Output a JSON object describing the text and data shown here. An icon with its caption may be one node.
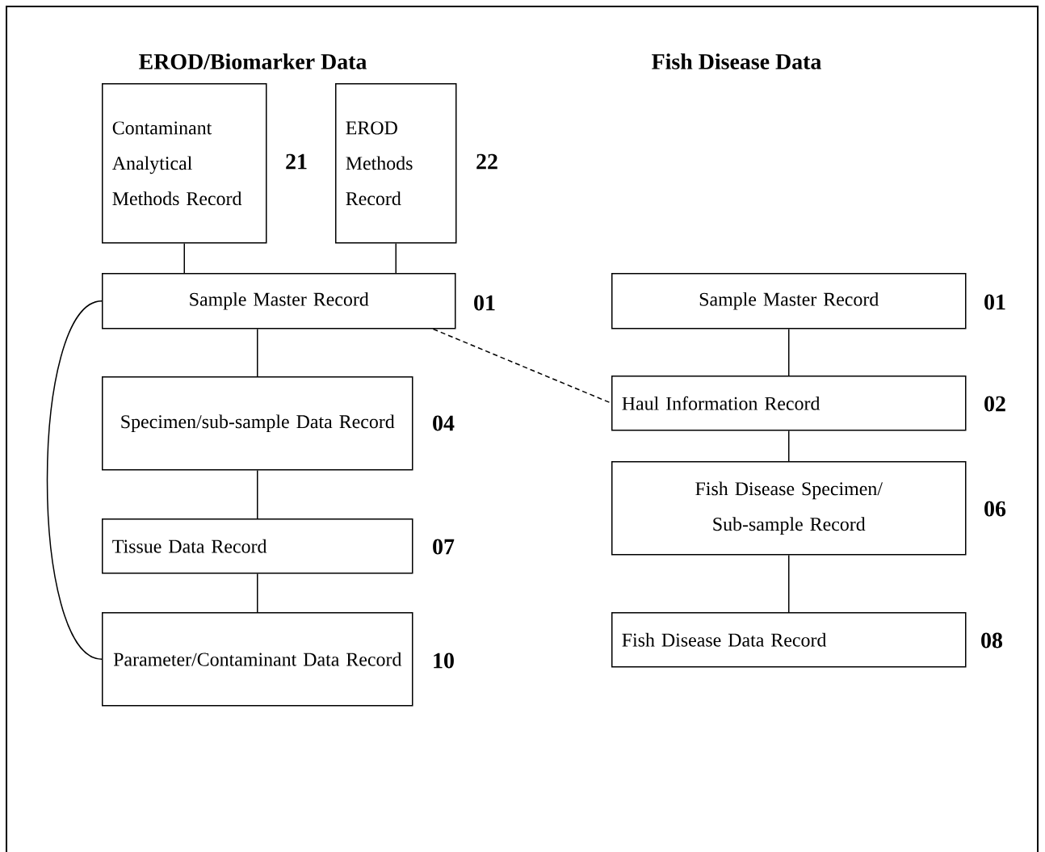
{
  "diagram": {
    "nodes": [
      {
        "text": [
          "Contaminant Analytical Methods Record"
        ],
        "beside": [
          "21"
        ]
      },
      {
        "text": [
          "EROD Methods Record"
        ],
        "beside": [
          "22"
        ]
      },
      {
        "text": [
          "Sample Master Record"
        ],
        "beside": [
          "01"
        ]
      },
      {
        "text": [
          "Specimen/sub-sample Data Record"
        ],
        "beside": [
          "04"
        ]
      },
      {
        "text": [
          "Tissue Data Record"
        ],
        "beside": [
          "07"
        ]
      },
      {
        "text": [
          "Parameter/Contaminant Data Record"
        ],
        "beside": [
          "10"
        ]
      },
      {
        "text": [
          "Sample Master Record"
        ],
        "beside": [
          "01"
        ]
      },
      {
        "text": [
          "Haul Information Record"
        ],
        "beside": [
          "02"
        ]
      },
      {
        "text": [
          "Fish Disease Specimen/ Sub-sample Record"
        ],
        "beside": [
          "06"
        ]
      },
      {
        "text": [
          "Fish Disease Data Record"
        ],
        "beside": [
          "08"
        ]
      }
    ],
    "edges": [
      {
        "from": 0,
        "to": 2,
        "arrow": "none"
      },
      {
        "from": 1,
        "to": 2,
        "arrow": "none"
      },
      {
        "from": 2,
        "to": 3,
        "arrow": "none"
      },
      {
        "from": 3,
        "to": 4,
        "arrow": "none"
      },
      {
        "from": 4,
        "to": 5,
        "arrow": "none"
      },
      {
        "from": 2,
        "to": 5,
        "arrow": "none"
      },
      {
        "from": 2,
        "to": 7,
        "arrow": "none",
        "style": "dashed"
      },
      {
        "from": 6,
        "to": 7,
        "arrow": "none"
      },
      {
        "from": 7,
        "to": 8,
        "arrow": "none"
      },
      {
        "from": 8,
        "to": 9,
        "arrow": "none"
      }
    ],
    "labels": [
      "EROD/Biomarker Data",
      "Fish Disease Data"
    ]
  }
}
